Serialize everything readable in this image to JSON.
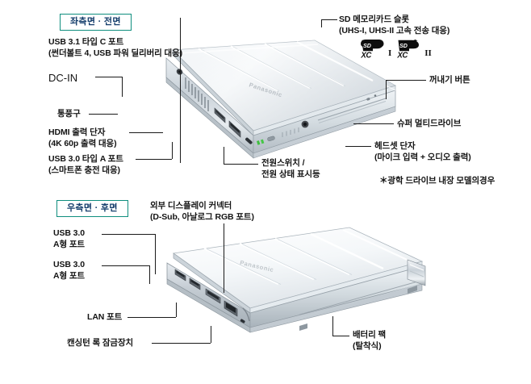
{
  "page": {
    "background": "#ffffff",
    "accent_teal": "#0f8e7e",
    "chip_text_color": "#143d6b",
    "text_color": "#141414"
  },
  "sections": [
    {
      "id": "left-front",
      "chip_label": "좌측면 · 전면",
      "labels": {
        "usb_c": "USB 3.1 타입 C 포트\n(썬더볼트 4, USB 파워 딜리버리 대응)",
        "dc_in": "DC-IN",
        "vent": "통풍구",
        "hdmi": "HDMI 출력 단자\n(4K 60p 출력 대응)",
        "usb_a": "USB 3.0 타입 A 포트\n(스마트폰 충전 대응)",
        "power_switch": "전원스위치 /\n전원 상태 표시등",
        "sd_slot": "SD 메모리카드 슬롯\n(UHS-I, UHS-II 고속 전송 대응)",
        "eject": "꺼내기 버튼",
        "super_multi": "슈퍼 멀티드라이브",
        "headset": "헤드셋 단자\n(마이크 입력 + 오디오 출력)",
        "footnote": "＊광학 드라이브 내장 모델의경우"
      },
      "sd_logos": [
        {
          "mark": "SD XC",
          "class_label": "I"
        },
        {
          "mark": "SD XC",
          "class_label": "II"
        }
      ]
    },
    {
      "id": "right-rear",
      "chip_label": "우측면 · 후면",
      "labels": {
        "usb_a_1": "USB 3.0\nA형 포트",
        "usb_a_2": "USB 3.0\nA형 포트",
        "vga": "외부 디스플레이 커넥터\n(D-Sub, 아날로그 RGB 포트)",
        "lan": "LAN 포트",
        "kensington": "캔싱턴 록 잠금장치",
        "battery": "배터리 팩\n(탈착식)"
      }
    }
  ],
  "brand": {
    "logo_text": "Panasonic"
  }
}
